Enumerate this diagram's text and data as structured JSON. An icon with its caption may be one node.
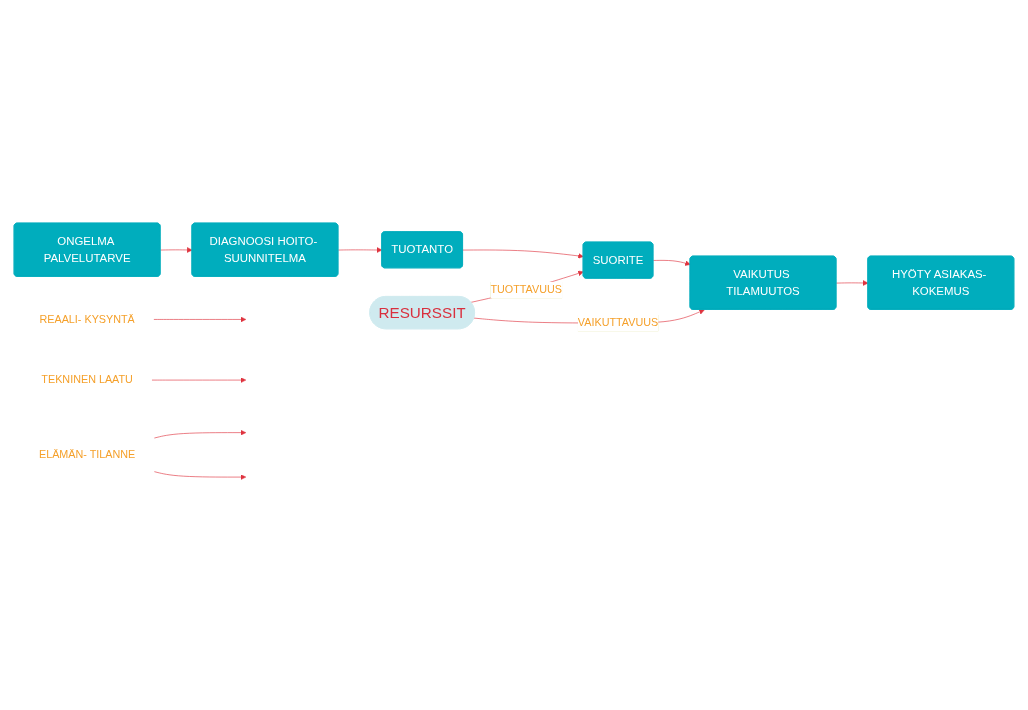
{
  "diagram": {
    "nodes": [
      {
        "text": [
          "ONGELMA PALVELUTARVE"
        ]
      },
      {
        "text": [
          "HYÖTY ASIAKAS- KOKEMUS"
        ]
      },
      {
        "text": [
          "REAALI- KYSYNTÄ"
        ]
      },
      {
        "text": [
          "TEKNINEN LAATU"
        ]
      },
      {
        "text": [
          "ELÄMÄN- TILANNE"
        ]
      },
      {
        "text": [
          "DIAGNOOSI HOITO- SUUNNITELMA"
        ]
      },
      {
        "text": [
          "TUOTANTO"
        ]
      },
      {
        "text": [
          "SUORITE"
        ]
      },
      {
        "text": [
          "VAIKUTUS TILAMUUTOS"
        ]
      },
      {
        "text": [
          "RESURSSIT"
        ]
      }
    ],
    "edges": [
      {
        "from": 0,
        "to": 5,
        "arrow": "to"
      },
      {
        "from": 5,
        "to": 6,
        "arrow": "to"
      },
      {
        "from": 6,
        "to": 7,
        "arrow": "to"
      },
      {
        "from": 7,
        "to": 8,
        "arrow": "to"
      },
      {
        "from": 8,
        "to": 1,
        "arrow": "to"
      },
      {
        "from": 2,
        "to": null,
        "arrow": "to"
      },
      {
        "from": 3,
        "to": null,
        "arrow": "to"
      },
      {
        "from": 4,
        "to": null,
        "arrow": "to"
      },
      {
        "from": 4,
        "to": null,
        "arrow": "to"
      },
      {
        "from": 9,
        "to": 7,
        "arrow": "to",
        "label": "TUOTTAVUUS"
      },
      {
        "from": 9,
        "to": 8,
        "arrow": "to",
        "label": "VAIKUTTAVUUS"
      }
    ]
  }
}
